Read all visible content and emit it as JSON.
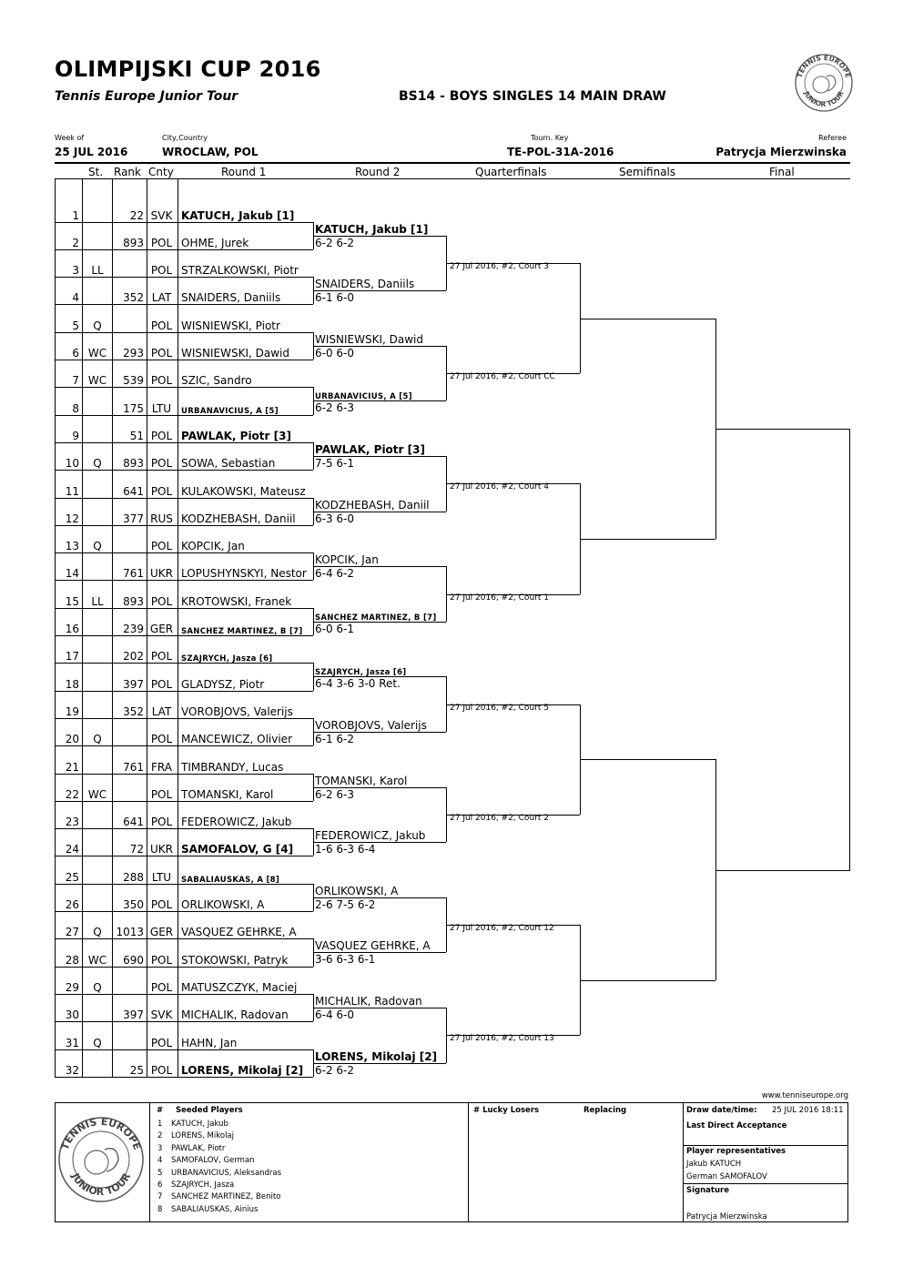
{
  "header": {
    "title": "OLIMPIJSKI CUP 2016",
    "subtitle": "Tennis Europe Junior Tour",
    "event": "BS14 - BOYS SINGLES 14 MAIN DRAW",
    "week_label": "Week of",
    "week_value": "25 JUL 2016",
    "city_label": "City,Country",
    "city_value": "WROCLAW, POL",
    "key_label": "Tourn. Key",
    "key_value": "TE-POL-31A-2016",
    "ref_label": "Referee",
    "ref_value": "Patrycja Mierzwinska",
    "logo_text_top": "TENNIS EUROPE",
    "logo_text_bottom": "JUNIOR TOUR"
  },
  "columns": {
    "st": "St.",
    "rank": "Rank",
    "cnty": "Cnty",
    "r1": "Round 1",
    "r2": "Round 2",
    "qf": "Quarterfinals",
    "sf": "Semifinals",
    "f": "Final"
  },
  "entries": [
    {
      "n": "1",
      "st": "",
      "rank": "22",
      "cnty": "SVK",
      "name": "KATUCH, Jakub [1]",
      "style": "bold"
    },
    {
      "n": "2",
      "st": "",
      "rank": "893",
      "cnty": "POL",
      "name": "OHME, Jurek",
      "style": ""
    },
    {
      "n": "3",
      "st": "LL",
      "rank": "",
      "cnty": "POL",
      "name": "STRZALKOWSKI, Piotr",
      "style": ""
    },
    {
      "n": "4",
      "st": "",
      "rank": "352",
      "cnty": "LAT",
      "name": "SNAIDERS, Daniils",
      "style": ""
    },
    {
      "n": "5",
      "st": "Q",
      "rank": "",
      "cnty": "POL",
      "name": "WISNIEWSKI, Piotr",
      "style": ""
    },
    {
      "n": "6",
      "st": "WC",
      "rank": "293",
      "cnty": "POL",
      "name": "WISNIEWSKI, Dawid",
      "style": ""
    },
    {
      "n": "7",
      "st": "WC",
      "rank": "539",
      "cnty": "POL",
      "name": "SZIC, Sandro",
      "style": ""
    },
    {
      "n": "8",
      "st": "",
      "rank": "175",
      "cnty": "LTU",
      "name": "URBANAVICIUS, A [5]",
      "style": "small"
    },
    {
      "n": "9",
      "st": "",
      "rank": "51",
      "cnty": "POL",
      "name": "PAWLAK, Piotr [3]",
      "style": "bold"
    },
    {
      "n": "10",
      "st": "Q",
      "rank": "893",
      "cnty": "POL",
      "name": "SOWA, Sebastian",
      "style": ""
    },
    {
      "n": "11",
      "st": "",
      "rank": "641",
      "cnty": "POL",
      "name": "KULAKOWSKI, Mateusz",
      "style": ""
    },
    {
      "n": "12",
      "st": "",
      "rank": "377",
      "cnty": "RUS",
      "name": "KODZHEBASH, Daniil",
      "style": ""
    },
    {
      "n": "13",
      "st": "Q",
      "rank": "",
      "cnty": "POL",
      "name": "KOPCIK, Jan",
      "style": ""
    },
    {
      "n": "14",
      "st": "",
      "rank": "761",
      "cnty": "UKR",
      "name": "LOPUSHYNSKYI, Nestor",
      "style": ""
    },
    {
      "n": "15",
      "st": "LL",
      "rank": "893",
      "cnty": "POL",
      "name": "KROTOWSKI, Franek",
      "style": ""
    },
    {
      "n": "16",
      "st": "",
      "rank": "239",
      "cnty": "GER",
      "name": "SANCHEZ MARTINEZ, B [7]",
      "style": "small"
    },
    {
      "n": "17",
      "st": "",
      "rank": "202",
      "cnty": "POL",
      "name": "SZAJRYCH, Jasza [6]",
      "style": "small"
    },
    {
      "n": "18",
      "st": "",
      "rank": "397",
      "cnty": "POL",
      "name": "GLADYSZ, Piotr",
      "style": ""
    },
    {
      "n": "19",
      "st": "",
      "rank": "352",
      "cnty": "LAT",
      "name": "VOROBJOVS, Valerijs",
      "style": ""
    },
    {
      "n": "20",
      "st": "Q",
      "rank": "",
      "cnty": "POL",
      "name": "MANCEWICZ, Olivier",
      "style": ""
    },
    {
      "n": "21",
      "st": "",
      "rank": "761",
      "cnty": "FRA",
      "name": "TIMBRANDY, Lucas",
      "style": ""
    },
    {
      "n": "22",
      "st": "WC",
      "rank": "",
      "cnty": "POL",
      "name": "TOMANSKI, Karol",
      "style": ""
    },
    {
      "n": "23",
      "st": "",
      "rank": "641",
      "cnty": "POL",
      "name": "FEDEROWICZ, Jakub",
      "style": ""
    },
    {
      "n": "24",
      "st": "",
      "rank": "72",
      "cnty": "UKR",
      "name": "SAMOFALOV, G [4]",
      "style": "bold"
    },
    {
      "n": "25",
      "st": "",
      "rank": "288",
      "cnty": "LTU",
      "name": "SABALIAUSKAS, A [8]",
      "style": "small"
    },
    {
      "n": "26",
      "st": "",
      "rank": "350",
      "cnty": "POL",
      "name": "ORLIKOWSKI, A",
      "style": ""
    },
    {
      "n": "27",
      "st": "Q",
      "rank": "1013",
      "cnty": "GER",
      "name": "VASQUEZ GEHRKE, A",
      "style": ""
    },
    {
      "n": "28",
      "st": "WC",
      "rank": "690",
      "cnty": "POL",
      "name": "STOKOWSKI, Patryk",
      "style": ""
    },
    {
      "n": "29",
      "st": "Q",
      "rank": "",
      "cnty": "POL",
      "name": "MATUSZCZYK, Maciej",
      "style": ""
    },
    {
      "n": "30",
      "st": "",
      "rank": "397",
      "cnty": "SVK",
      "name": "MICHALIK, Radovan",
      "style": ""
    },
    {
      "n": "31",
      "st": "Q",
      "rank": "",
      "cnty": "POL",
      "name": "HAHN, Jan",
      "style": ""
    },
    {
      "n": "32",
      "st": "",
      "rank": "25",
      "cnty": "POL",
      "name": "LORENS, Mikolaj [2]",
      "style": "bold"
    }
  ],
  "round2": [
    {
      "name": "KATUCH, Jakub [1]",
      "score": "6-2 6-2",
      "style": "bold"
    },
    {
      "name": "SNAIDERS, Daniils",
      "score": "6-1 6-0",
      "style": ""
    },
    {
      "name": "WISNIEWSKI, Dawid",
      "score": "6-0 6-0",
      "style": ""
    },
    {
      "name": "URBANAVICIUS, A [5]",
      "score": "6-2 6-3",
      "style": "small"
    },
    {
      "name": "PAWLAK, Piotr [3]",
      "score": "7-5 6-1",
      "style": "bold"
    },
    {
      "name": "KODZHEBASH, Daniil",
      "score": "6-3 6-0",
      "style": ""
    },
    {
      "name": "KOPCIK, Jan",
      "score": "6-4 6-2",
      "style": ""
    },
    {
      "name": "SANCHEZ MARTINEZ, B [7]",
      "score": "6-0 6-1",
      "style": "small"
    },
    {
      "name": "SZAJRYCH, Jasza [6]",
      "score": "6-4 3-6 3-0 Ret.",
      "style": "small"
    },
    {
      "name": "VOROBJOVS, Valerijs",
      "score": "6-1 6-2",
      "style": ""
    },
    {
      "name": "TOMANSKI, Karol",
      "score": "6-2 6-3",
      "style": ""
    },
    {
      "name": "FEDEROWICZ, Jakub",
      "score": "1-6 6-3 6-4",
      "style": ""
    },
    {
      "name": "ORLIKOWSKI, A",
      "score": "2-6 7-5 6-2",
      "style": ""
    },
    {
      "name": "VASQUEZ GEHRKE, A",
      "score": "3-6 6-3 6-1",
      "style": ""
    },
    {
      "name": "MICHALIK, Radovan",
      "score": "6-4 6-0",
      "style": ""
    },
    {
      "name": "LORENS, Mikolaj [2]",
      "score": "6-2 6-2",
      "style": "bold"
    }
  ],
  "schedule": [
    "27 Jul 2016, #2, Court 3",
    "27 Jul 2016, #2, Court CC",
    "27 Jul 2016, #2, Court 4",
    "27 Jul 2016, #2, Court 1",
    "27 Jul 2016, #2, Court 5",
    "27 Jul 2016, #2, Court 2",
    "27 Jul 2016, #2, Court 12",
    "27 Jul 2016, #2, Court 13"
  ],
  "footer": {
    "website": "www.tenniseurope.org",
    "seeded_hash": "#",
    "seeded_title": "Seeded Players",
    "seeded": [
      {
        "n": "1",
        "name": "KATUCH, Jakub"
      },
      {
        "n": "2",
        "name": "LORENS, Mikolaj"
      },
      {
        "n": "3",
        "name": "PAWLAK, Piotr"
      },
      {
        "n": "4",
        "name": "SAMOFALOV, German"
      },
      {
        "n": "5",
        "name": "URBANAVICIUS, Aleksandras"
      },
      {
        "n": "6",
        "name": "SZAJRYCH, Jasza"
      },
      {
        "n": "7",
        "name": "SANCHEZ MARTINEZ, Benito"
      },
      {
        "n": "8",
        "name": "SABALIAUSKAS, Ainius"
      }
    ],
    "ll_title": "# Lucky Losers",
    "replacing": "Replacing",
    "draw_date_label": "Draw date/time:",
    "draw_date_value": "25 JUL 2016 18:11",
    "lda_label": "Last Direct Acceptance",
    "player_reps_label": "Player representatives",
    "rep1": "Jakub KATUCH",
    "rep2": "German SAMOFALOV",
    "signature_label": "Signature",
    "signature_value": "Patrycja Mierzwinska"
  },
  "colors": {
    "ink": "#000000",
    "background": "#ffffff"
  },
  "icons": {
    "logo": "tennis-europe-junior-tour-logo"
  }
}
